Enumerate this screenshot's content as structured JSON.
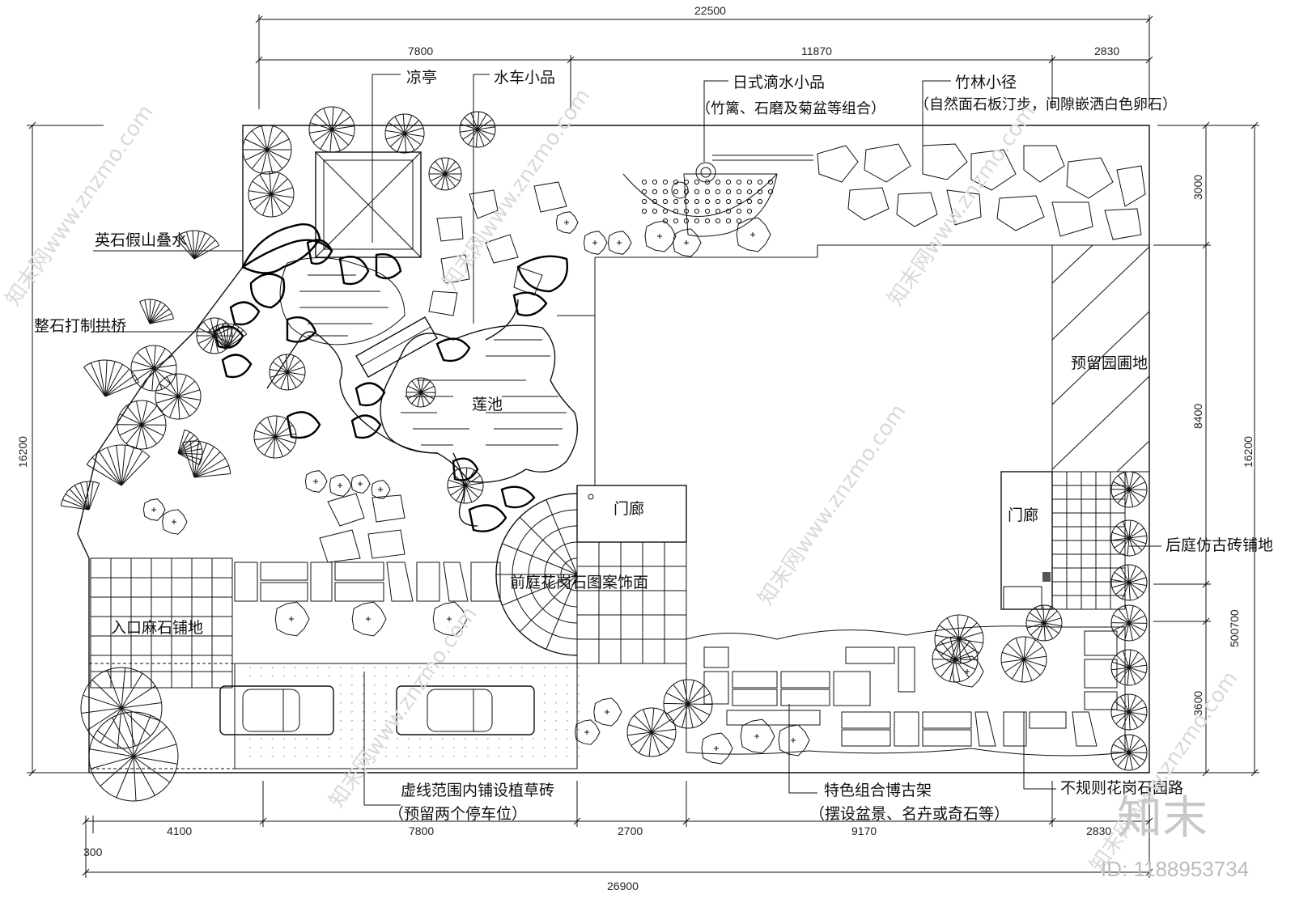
{
  "dimensions": {
    "top_total": "22500",
    "top_segments": [
      "7800",
      "11870",
      "2830"
    ],
    "bottom_segments": [
      "4100",
      "7800",
      "2700",
      "9170",
      "2830"
    ],
    "bottom_offset": "300",
    "bottom_total": "26900",
    "left_total": "16200",
    "right_total": "16200",
    "right_segments": [
      "3000",
      "8400",
      "500700",
      "3600"
    ]
  },
  "labels": {
    "pavilion": "凉亭",
    "waterwheel": "水车小品",
    "drip_title": "日式滴水小品",
    "drip_sub": "（竹篱、石磨及菊盆等组合）",
    "bamboo_title": "竹林小径",
    "bamboo_sub": "（自然面石板汀步，间隙嵌洒白色卵石）",
    "rockery": "英石假山叠水",
    "bridge": "整石打制拱桥",
    "lotus_pond": "莲池",
    "garden_plot": "预留园圃地",
    "porch_front": "门廊",
    "porch_back": "门廊",
    "back_yard": "后庭仿古砖铺地",
    "front_yard": "前庭花岗石图案饰面",
    "entrance": "入口麻石铺地",
    "grass_title": "虚线范围内铺设植草砖",
    "grass_sub": "（预留两个停车位）",
    "shelf_title": "特色组合博古架",
    "shelf_sub": "（摆设盆景、名卉或奇石等）",
    "granite_path": "不规则花岗石园路"
  },
  "watermark": {
    "site": "知末网www.znzmo.com",
    "brand": "知末",
    "id": "ID: 1188953734"
  }
}
